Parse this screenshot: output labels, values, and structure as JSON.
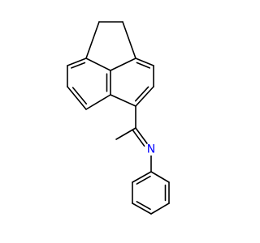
{
  "molecule": {
    "colors": {
      "bond": "#000000",
      "nitrogen": "#0000ff",
      "background": "#ffffff"
    },
    "atoms": [
      {
        "id": "N1",
        "label": "N",
        "element": "N",
        "color_key": "nitrogen"
      }
    ]
  }
}
